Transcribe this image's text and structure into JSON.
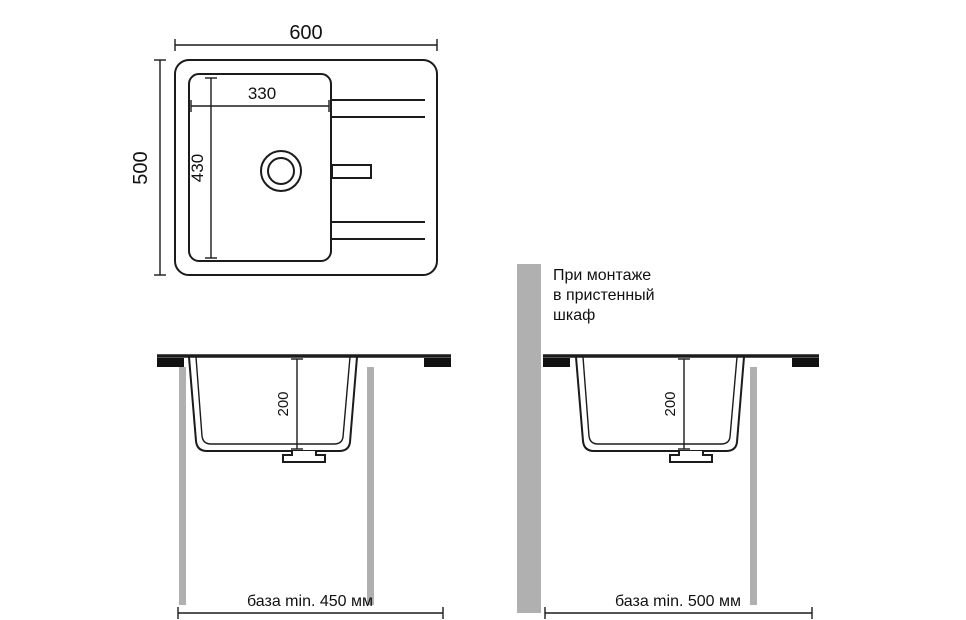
{
  "colors": {
    "line": "#1b1b1b",
    "black": "#111111",
    "gray": "#b0b0b0",
    "background": "#ffffff"
  },
  "plan_view": {
    "dim_width": "600",
    "dim_depth": "500",
    "dim_bowl_width": "330",
    "dim_bowl_depth": "430"
  },
  "front_section": {
    "dim_bowl_height": "200",
    "dim_base": "база min. 450 мм"
  },
  "wall_section": {
    "dim_bowl_height": "200",
    "dim_base": "база min. 500 мм",
    "note": [
      "При монтаже",
      "в пристенный",
      "шкаф"
    ]
  }
}
